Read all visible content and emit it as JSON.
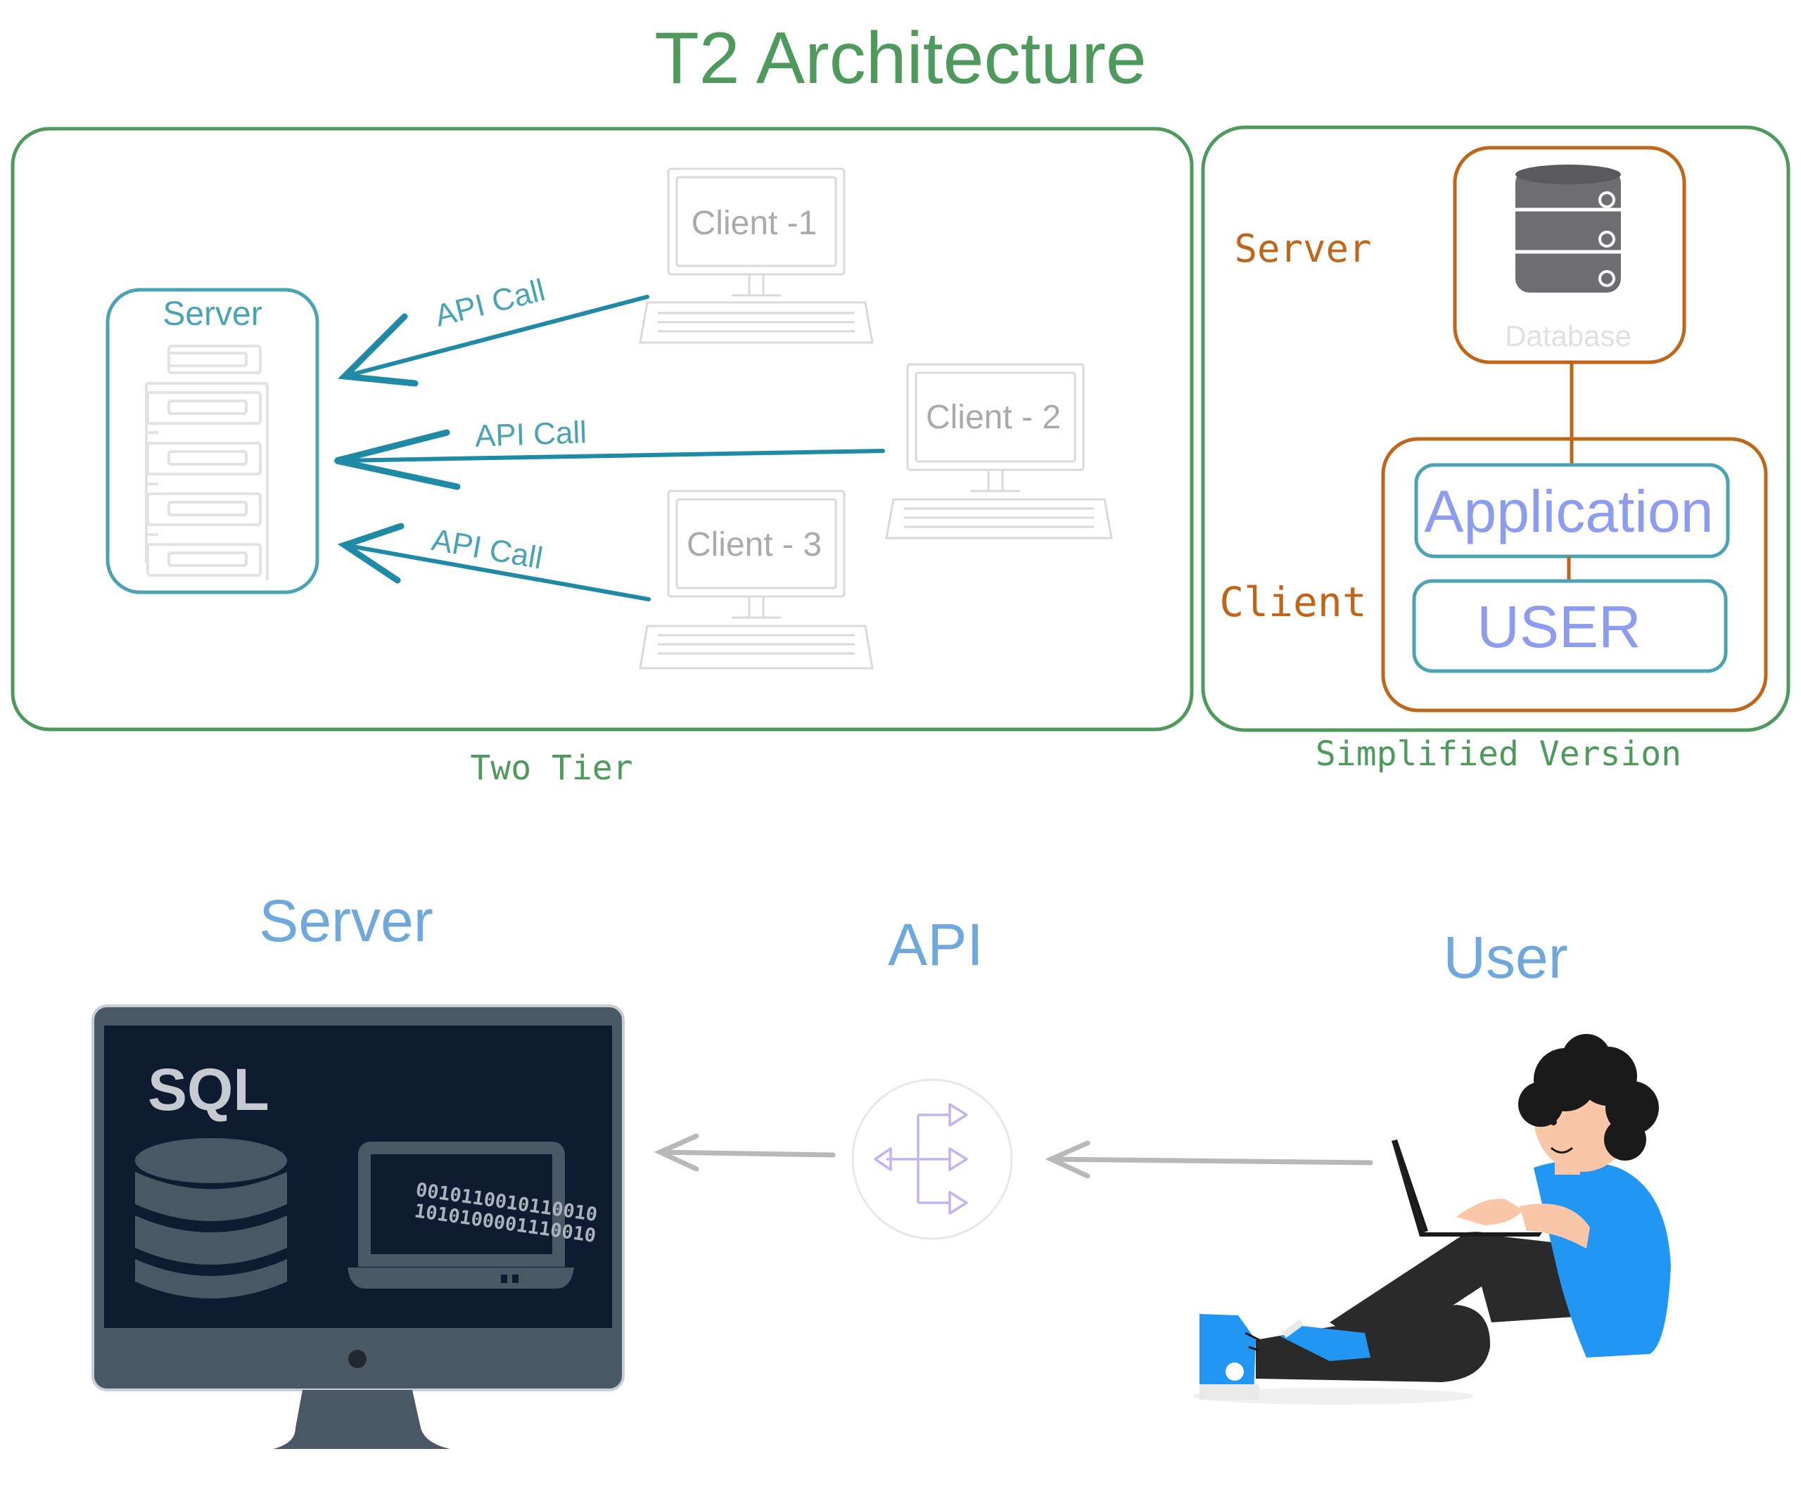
{
  "title": "T2 Architecture",
  "two_tier": {
    "caption": "Two Tier",
    "server_label": "Server",
    "clients": [
      "Client -1",
      "Client - 2",
      "Client - 3"
    ],
    "api_call_label": "API Call"
  },
  "simplified": {
    "caption": "Simplified Version",
    "server_label": "Server",
    "client_label": "Client",
    "database_label": "Database",
    "application_label": "Application",
    "user_box_label": "USER"
  },
  "bottom": {
    "server_label": "Server",
    "api_label": "API",
    "user_label": "User",
    "sql_label": "SQL",
    "binary_line_1": "0010110010110010",
    "binary_line_2": "1010100001110010"
  },
  "colors": {
    "green": "#4e9a5c",
    "teal": "#4aa3b4",
    "orange": "#c0661a",
    "lavender": "#8e9cf0",
    "sky": "#6fa8dc",
    "grey": "#b8b8b8",
    "navy": "#0e1b30",
    "slate": "#4a5866"
  }
}
